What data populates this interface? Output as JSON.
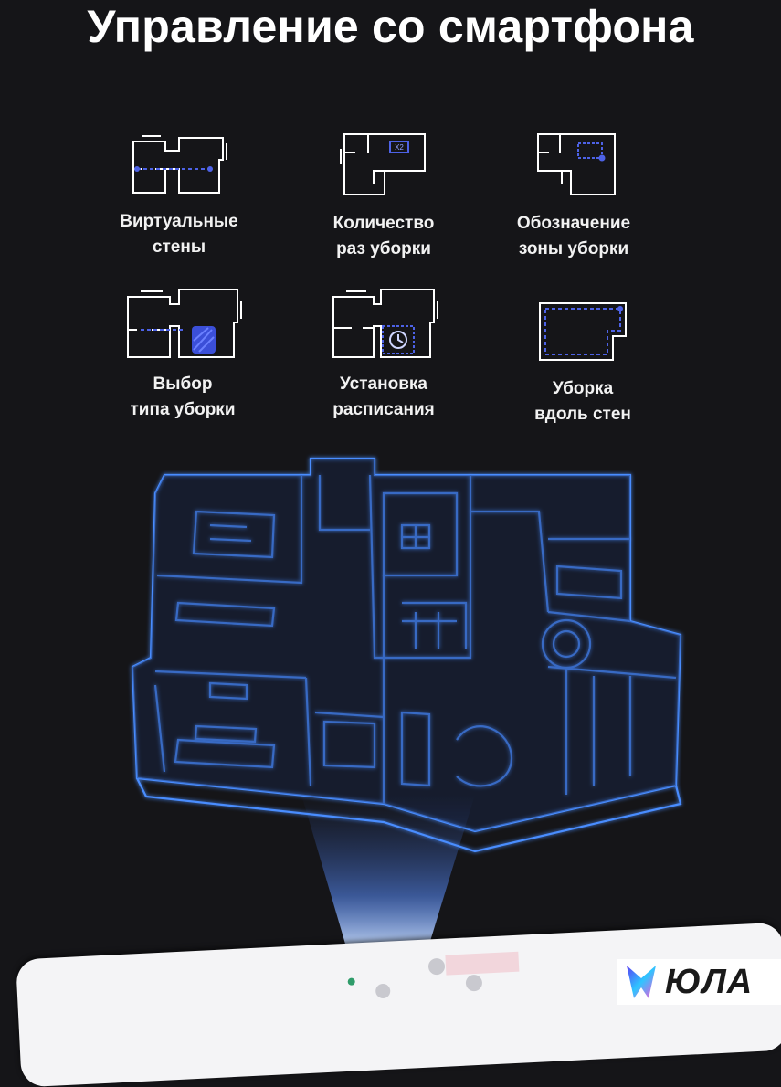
{
  "title": "Управление со смартфона",
  "features": [
    {
      "label_line1": "Виртуальные",
      "label_line2": "стены",
      "icon": "virtual-walls-icon"
    },
    {
      "label_line1": "Количество",
      "label_line2": "раз уборки",
      "icon": "cleaning-count-icon",
      "badge": "X2"
    },
    {
      "label_line1": "Обозначение",
      "label_line2": "зоны уборки",
      "icon": "cleaning-zone-icon"
    },
    {
      "label_line1": "Выбор",
      "label_line2": "типа уборки",
      "icon": "cleaning-type-icon"
    },
    {
      "label_line1": "Установка",
      "label_line2": "расписания",
      "icon": "schedule-icon"
    },
    {
      "label_line1": "Уборка",
      "label_line2": "вдоль стен",
      "icon": "wall-cleaning-icon"
    }
  ],
  "logo": {
    "text": "ЮЛА"
  },
  "colors": {
    "background": "#151518",
    "hologram": "#4a8dff",
    "accent_icon": "#3b4fd8"
  }
}
